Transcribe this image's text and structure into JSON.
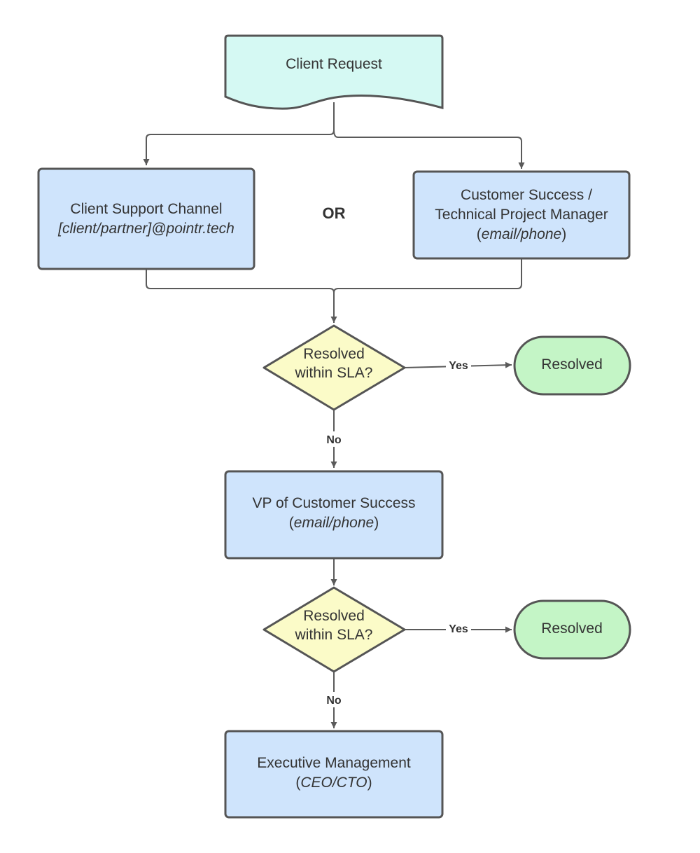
{
  "colors": {
    "process_fill": "#cfe4fc",
    "decision_fill": "#fbfbc8",
    "terminal_fill": "#c4f5c6",
    "document_fill": "#d5f9f3",
    "stroke": "#555555",
    "connector": "#5a5a5a",
    "text": "#333333"
  },
  "nodes": {
    "client_request": {
      "line1": "Client Request"
    },
    "support_channel": {
      "line1": "Client Support Channel",
      "line2": "[client/partner]@pointr.tech"
    },
    "or_label": "OR",
    "cs_tpm": {
      "line1": "Customer Success /",
      "line2": "Technical Project Manager",
      "line3_open": "(",
      "line3_em": "email/phone",
      "line3_close": ")"
    },
    "decision1": {
      "line1": "Resolved",
      "line2": "within SLA?"
    },
    "resolved1": {
      "line1": "Resolved"
    },
    "vp": {
      "line1": "VP of Customer Success",
      "line2_open": "(",
      "line2_em": "email/phone",
      "line2_close": ")"
    },
    "decision2": {
      "line1": "Resolved",
      "line2": "within SLA?"
    },
    "resolved2": {
      "line1": "Resolved"
    },
    "exec": {
      "line1": "Executive Management",
      "line2_open": "(",
      "line2_em": "CEO/CTO",
      "line2_close": ")"
    }
  },
  "edges": {
    "yes1": "Yes",
    "no1": "No",
    "yes2": "Yes",
    "no2": "No"
  }
}
